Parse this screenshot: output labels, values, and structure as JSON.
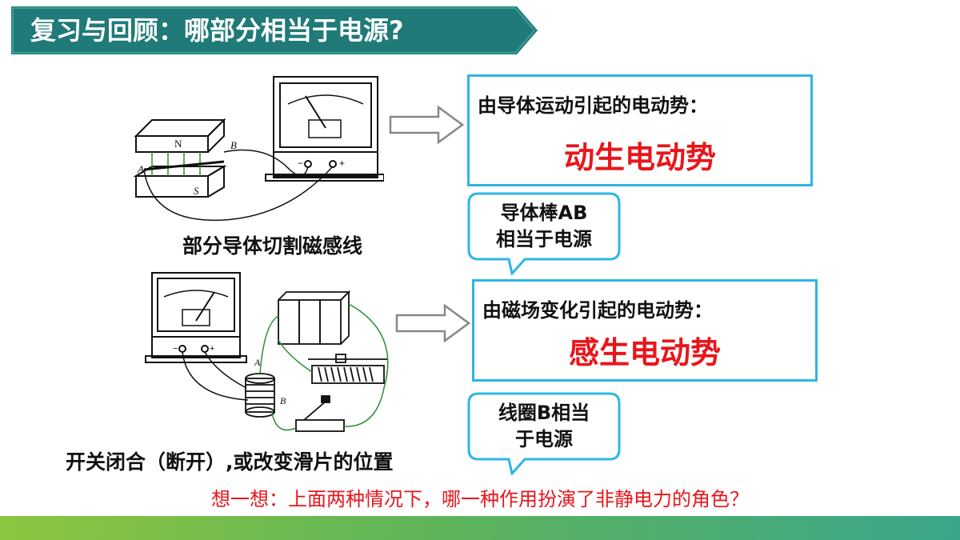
{
  "title": "复习与回顾：哪部分相当于电源?",
  "colors": {
    "banner": "#1f7a78",
    "box_border": "#2db5e6",
    "highlight": "#e8161b",
    "footer_start": "#8cc63f",
    "footer_end": "#3aa58a"
  },
  "section1": {
    "figure_labels": {
      "n": "N",
      "s": "S",
      "a": "A",
      "b": "B",
      "minus": "−",
      "plus": "+"
    },
    "caption": "部分导体切割磁感线",
    "box_heading": "由导体运动引起的电动势：",
    "box_term": "动生电动势",
    "bubble_line1": "导体棒AB",
    "bubble_line2": "相当于电源"
  },
  "section2": {
    "figure_labels": {
      "a": "A",
      "b": "B",
      "minus": "−",
      "plus": "+"
    },
    "caption": "开关闭合（断开）,或改变滑片的位置",
    "box_heading": "由磁场变化引起的电动势：",
    "box_term": "感生电动势",
    "bubble_line1": "线圈B相当",
    "bubble_line2": "于电源"
  },
  "question": "想一想：上面两种情况下，哪一种作用扮演了非静电力的角色？"
}
